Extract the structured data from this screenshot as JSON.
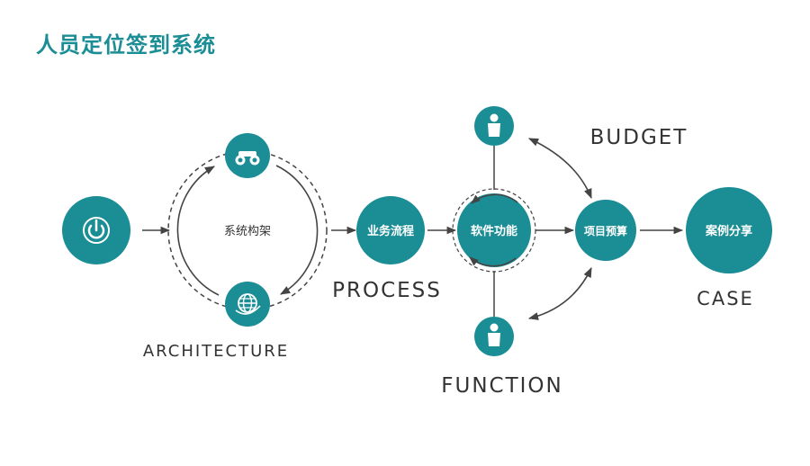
{
  "title": "人员定位签到系统",
  "colors": {
    "accent": "#1a8d95",
    "title": "#1a8d95",
    "arrow": "#444444",
    "text": "#333333"
  },
  "nodes": {
    "power": {
      "icon": "power-icon"
    },
    "architecture_center": {
      "label": "系统构架"
    },
    "binoculars": {
      "icon": "binoculars-icon"
    },
    "globe": {
      "icon": "globe-icon"
    },
    "process": {
      "label": "业务流程"
    },
    "software": {
      "label": "软件功能"
    },
    "person_top": {
      "icon": "person-icon"
    },
    "person_bottom": {
      "icon": "person-icon"
    },
    "budget": {
      "label": "项目预算"
    },
    "case": {
      "label": "案例分享"
    }
  },
  "labels": {
    "architecture": "ARCHITECTURE",
    "process": "PROCESS",
    "function": "FUNCTION",
    "budget": "BUDGET",
    "case": "CASE"
  }
}
